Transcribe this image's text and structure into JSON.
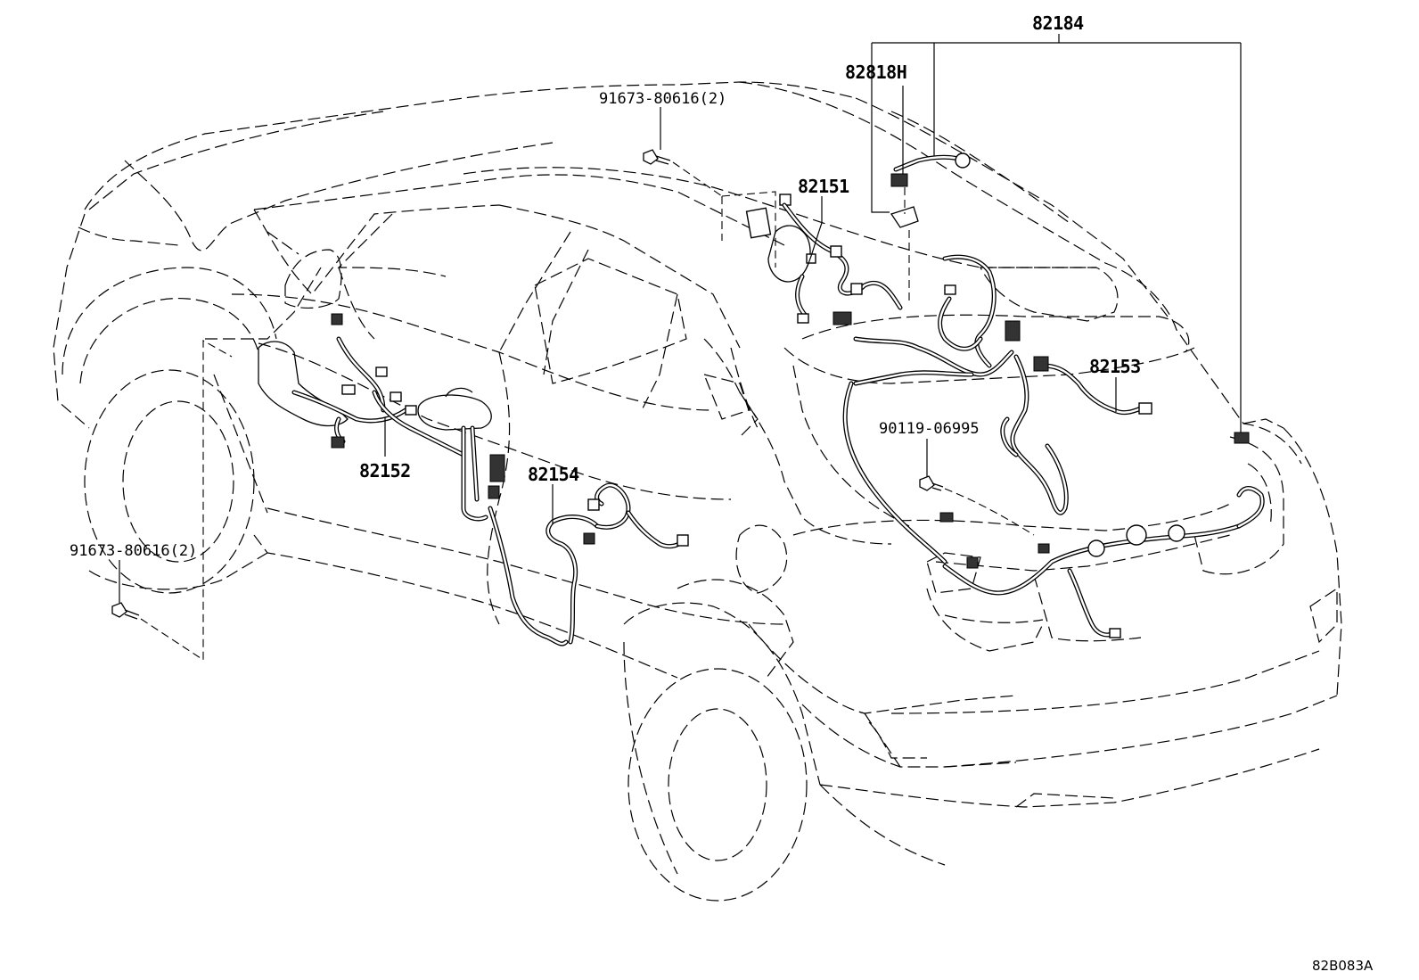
{
  "diagram": {
    "reference_code": "82B083A",
    "labels": {
      "p82184": "82184",
      "p82818h": "82818H",
      "p91673_top": "91673-80616(2)",
      "p82151": "82151",
      "p82153": "82153",
      "p90119": "90119-06995",
      "p82152": "82152",
      "p82154": "82154",
      "p91673_left": "91673-80616(2)"
    }
  }
}
